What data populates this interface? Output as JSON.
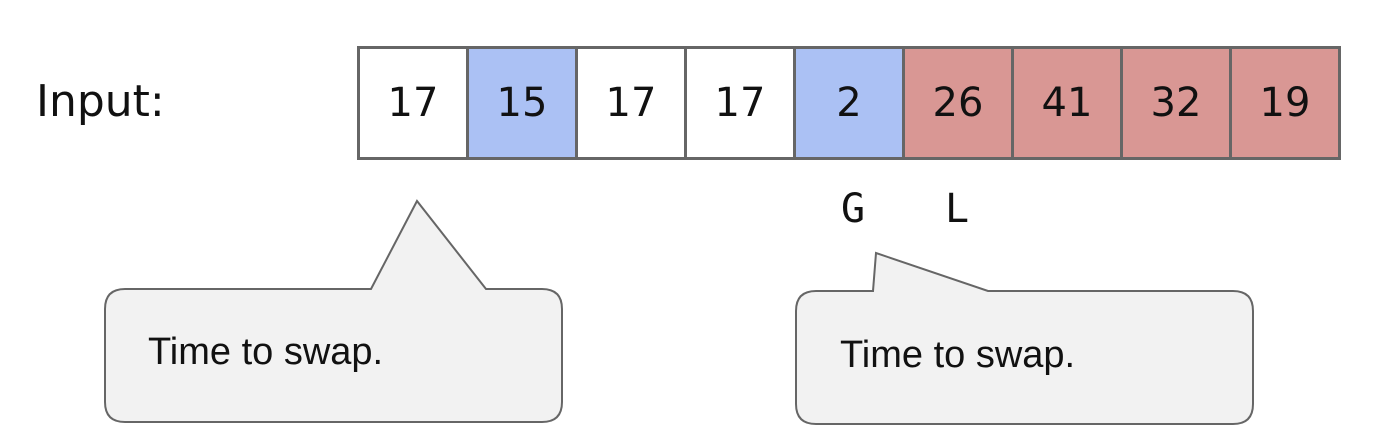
{
  "input_label": "Input:",
  "array": {
    "cells": [
      {
        "value": "17",
        "color": "#ffffff"
      },
      {
        "value": "15",
        "color": "#abc1f4"
      },
      {
        "value": "17",
        "color": "#ffffff"
      },
      {
        "value": "17",
        "color": "#ffffff"
      },
      {
        "value": "2",
        "color": "#abc1f4"
      },
      {
        "value": "26",
        "color": "#d99794"
      },
      {
        "value": "41",
        "color": "#d99794"
      },
      {
        "value": "32",
        "color": "#d99794"
      },
      {
        "value": "19",
        "color": "#d99794"
      }
    ]
  },
  "pointers": {
    "g": "G",
    "l": "L"
  },
  "callouts": [
    {
      "text": "Time to swap."
    },
    {
      "text": "Time to swap."
    }
  ],
  "colors": {
    "border": "#666666",
    "callout_fill": "#f2f2f2",
    "blue": "#abc1f4",
    "red": "#d99794"
  }
}
